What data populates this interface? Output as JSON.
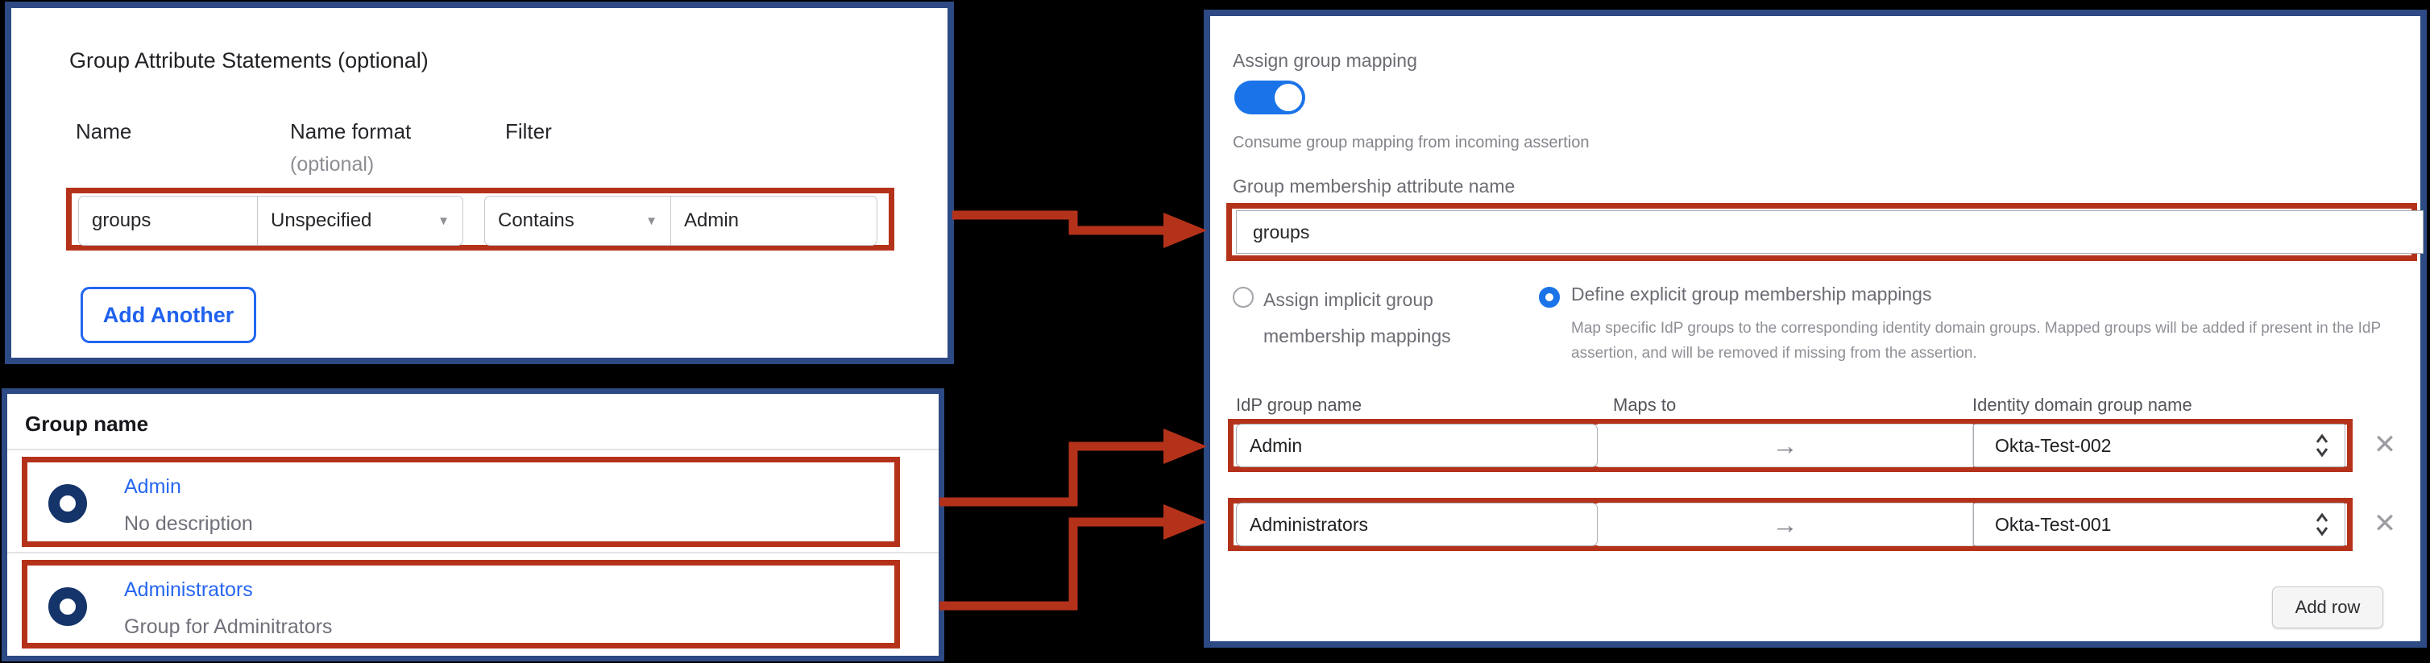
{
  "colors": {
    "background": "#000000",
    "panel_border": "#2d4a84",
    "highlight_red": "#b5321a",
    "link_blue": "#2666f0",
    "accent_blue": "#1a73e8",
    "group_icon_navy": "#153469"
  },
  "okta_panel": {
    "title": "Group Attribute Statements (optional)",
    "headers": {
      "name": "Name",
      "name_format": "Name format",
      "name_format_note": "(optional)",
      "filter": "Filter"
    },
    "row": {
      "name": "groups",
      "name_format": "Unspecified",
      "filter_op": "Contains",
      "filter_value": "Admin"
    },
    "add_button": "Add Another"
  },
  "groups_panel": {
    "header": "Group name",
    "rows": [
      {
        "name": "Admin",
        "description": "No description"
      },
      {
        "name": "Administrators",
        "description": "Group for Adminitrators"
      }
    ]
  },
  "mapping_panel": {
    "toggle": {
      "label": "Assign group mapping",
      "state": "on",
      "help": "Consume group mapping from incoming assertion"
    },
    "attribute": {
      "label": "Group membership attribute name",
      "value": "groups"
    },
    "radios": {
      "implicit": {
        "label": "Assign implicit group membership mappings",
        "selected": false
      },
      "explicit": {
        "label": "Define explicit group membership mappings",
        "selected": true,
        "description": "Map specific IdP groups to the corresponding identity domain groups. Mapped groups will be added if present in the IdP assertion, and will be removed if missing from the assertion."
      }
    },
    "table": {
      "headers": {
        "idp": "IdP group name",
        "maps_to": "Maps to",
        "domain": "Identity domain group name"
      },
      "rows": [
        {
          "idp_group": "Admin",
          "domain_group": "Okta-Test-002"
        },
        {
          "idp_group": "Administrators",
          "domain_group": "Okta-Test-001"
        }
      ]
    },
    "add_row_button": "Add row"
  },
  "icons": {
    "dropdown": "▼",
    "maps_to": "→",
    "remove": "✕"
  }
}
